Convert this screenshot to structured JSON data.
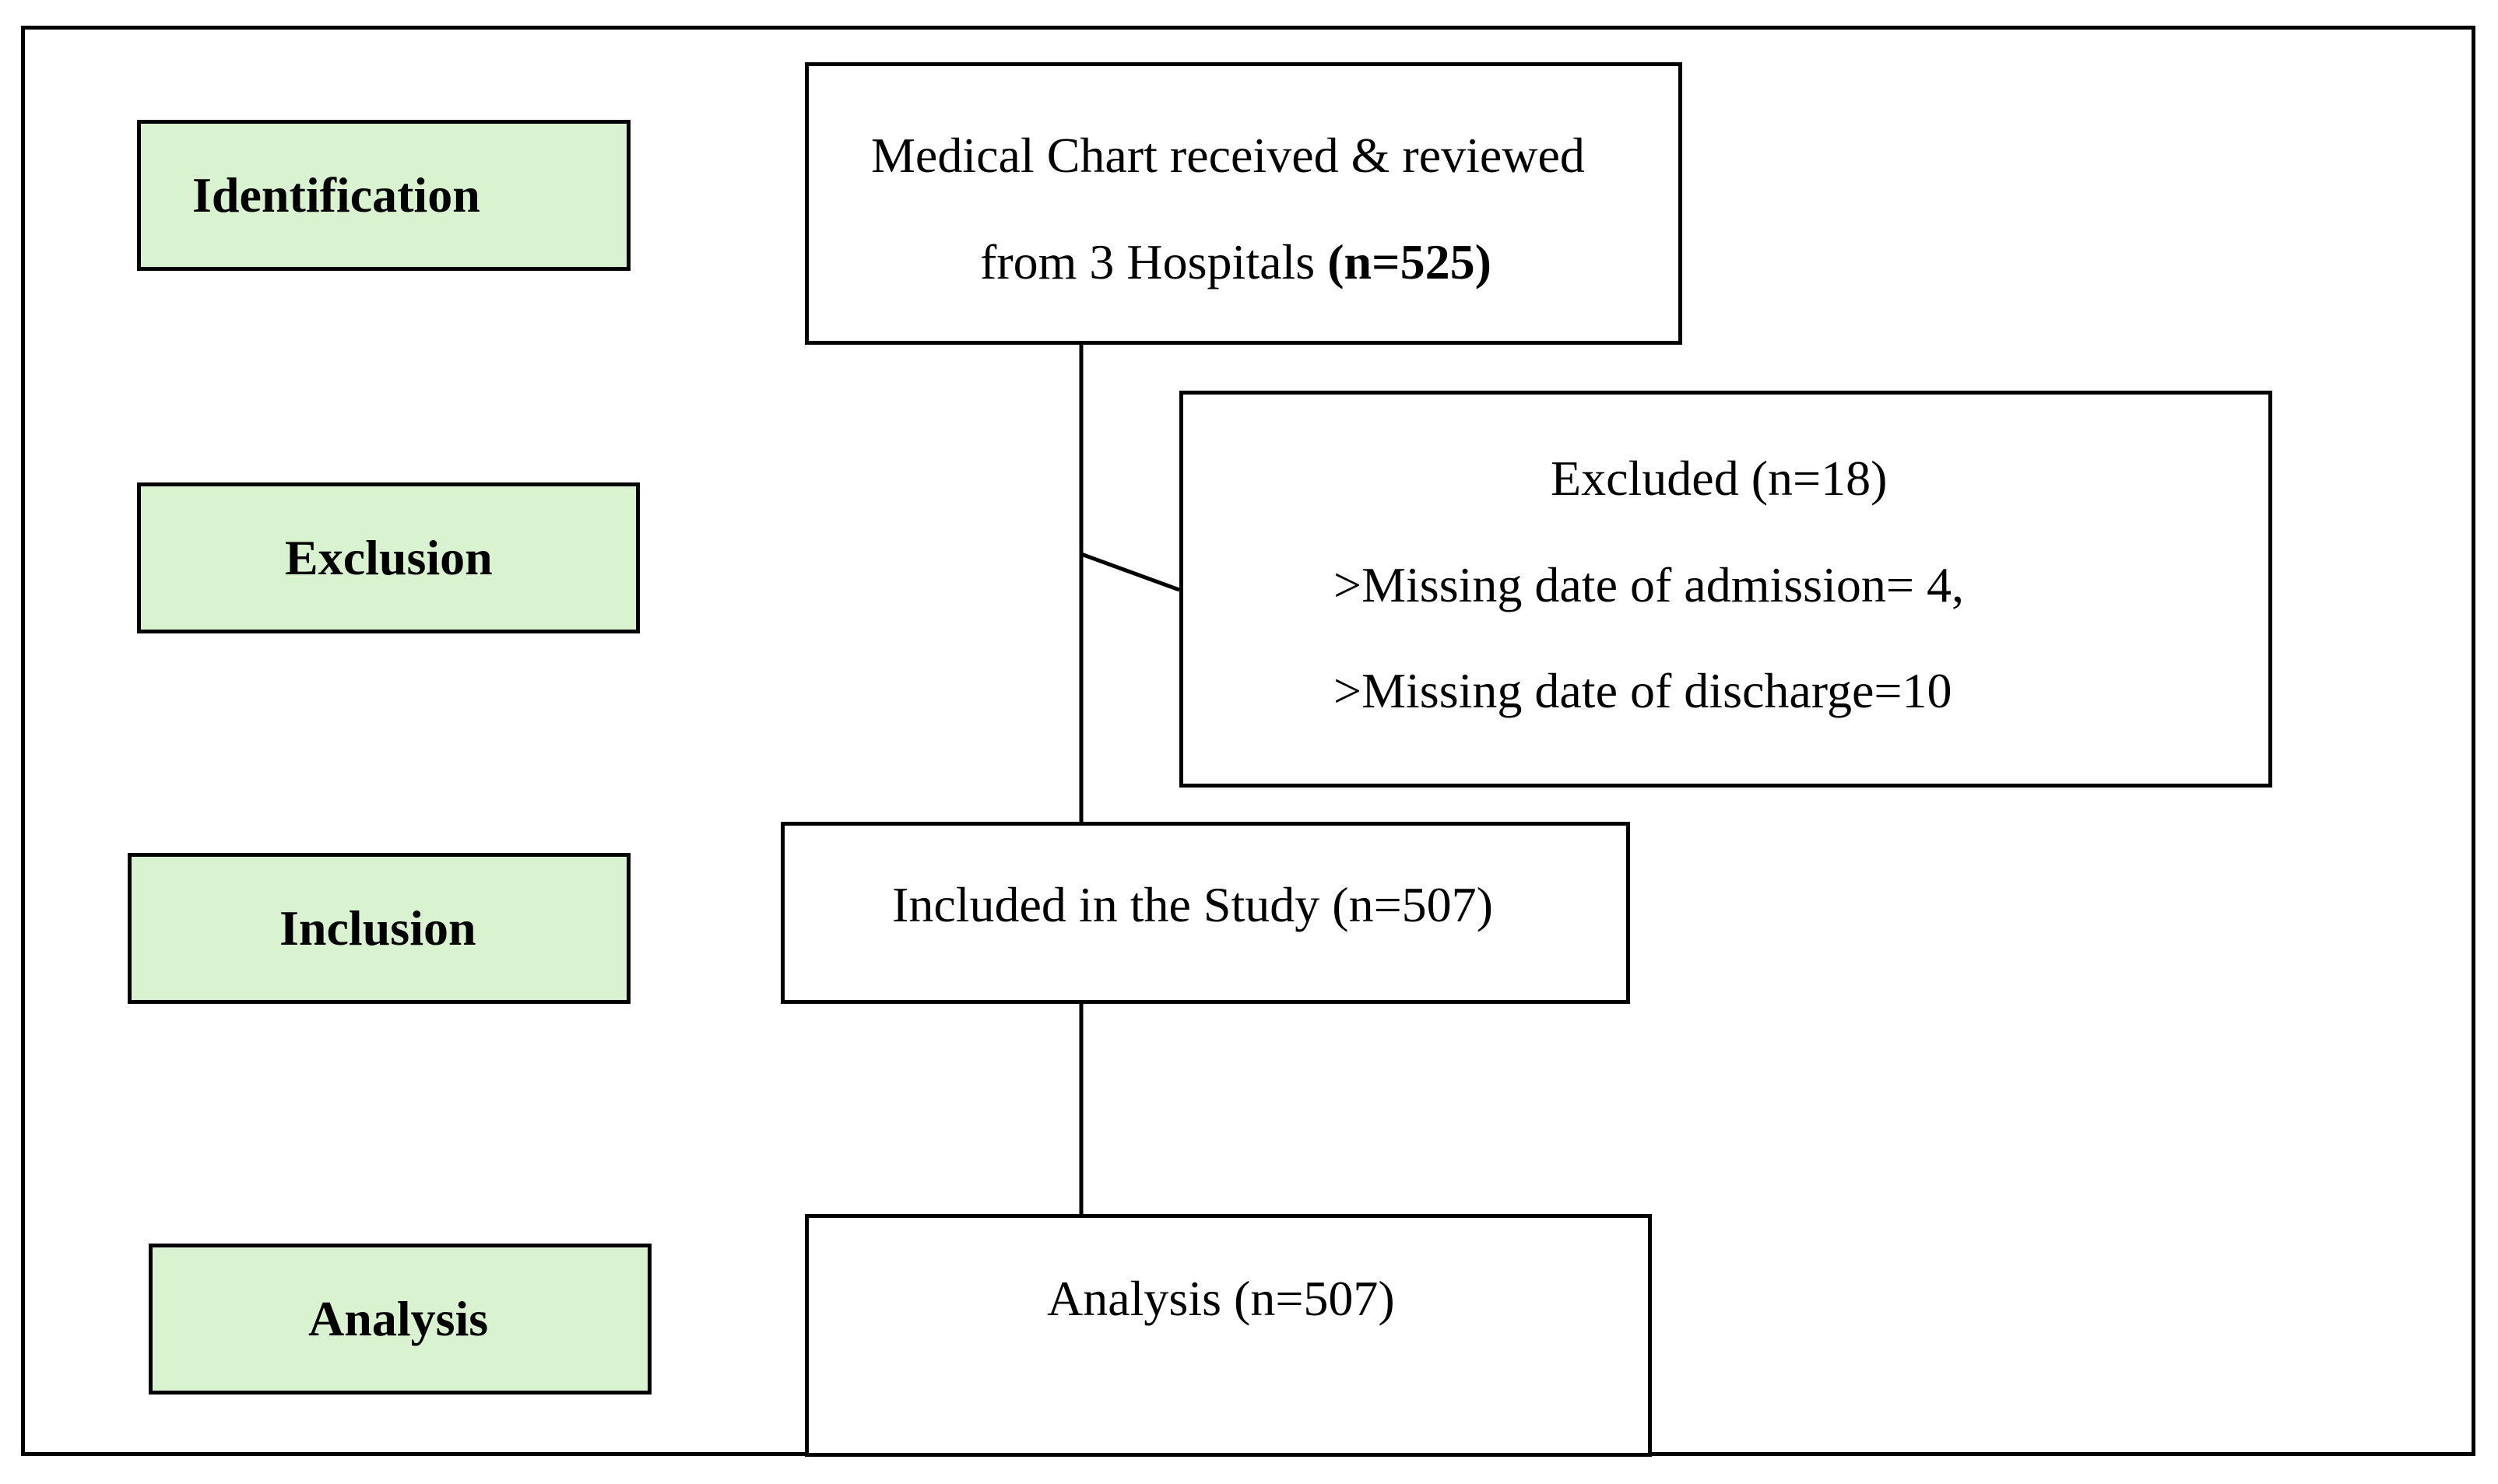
{
  "stages": {
    "identification": "Identification",
    "exclusion": "Exclusion",
    "inclusion": "Inclusion",
    "analysis": "Analysis"
  },
  "boxes": {
    "received": {
      "line1": "Medical Chart received & reviewed",
      "line2_prefix": "from 3 Hospitals ",
      "line2_bold": "(n=525)"
    },
    "excluded": {
      "title": "Excluded (n=18)",
      "reason1": ">Missing date of admission= 4,",
      "reason2": ">Missing date of discharge=10"
    },
    "included": {
      "label": "Included in the Study (n=507)"
    },
    "analysis": {
      "label": "Analysis (n=507)"
    }
  },
  "colors": {
    "stage_fill": "#d9f2d0",
    "border": "#000000"
  }
}
